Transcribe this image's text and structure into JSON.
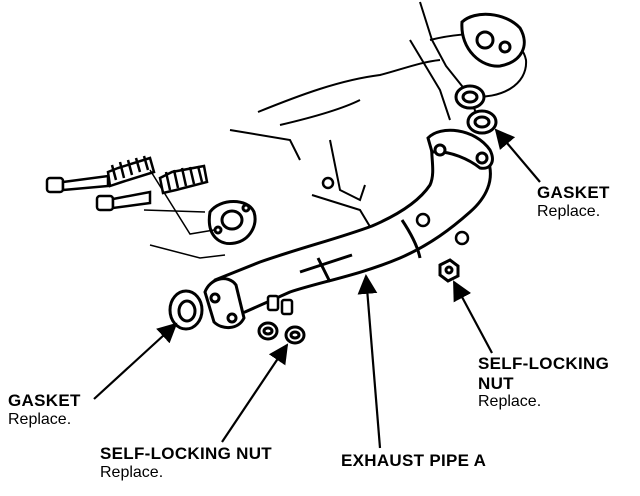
{
  "labels": {
    "gasket_upper": {
      "title": "GASKET",
      "note": "Replace."
    },
    "gasket_lower": {
      "title": "GASKET",
      "note": "Replace."
    },
    "nut_bottom": {
      "title": "SELF-LOCKING NUT",
      "note": "Replace."
    },
    "nut_right": {
      "title": "SELF-LOCKING",
      "title2": "NUT",
      "note": "Replace."
    },
    "exhaust_pipe": {
      "title": "EXHAUST PIPE A"
    }
  }
}
